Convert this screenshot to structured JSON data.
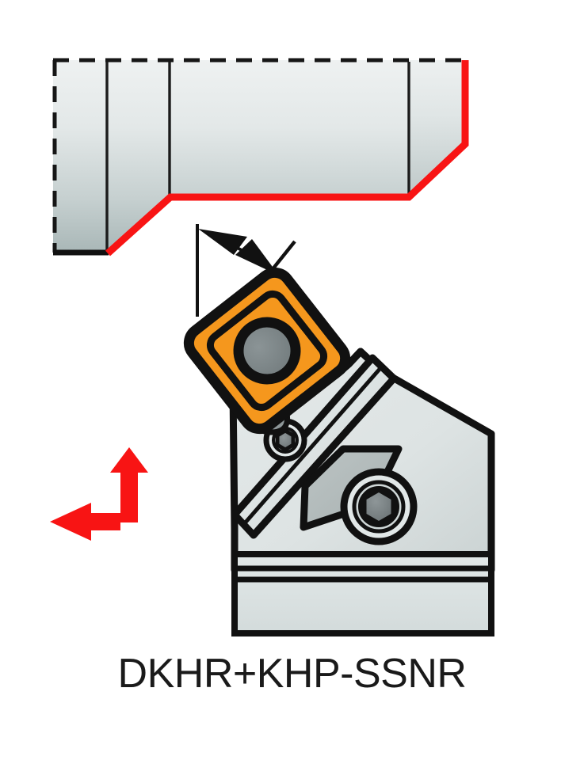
{
  "figure": {
    "caption": "DKHR+KHP-SSNR",
    "title": "DKHR+KHP-SSNR",
    "type": "technical-line-drawing",
    "subject": "external turning toolholder with clamp and rhombic insert",
    "views": [
      {
        "name": "workpiece-profile-view",
        "label": "workpiece cross-section (top)"
      },
      {
        "name": "toolholder-view",
        "label": "toolholder assembly (bottom)"
      }
    ]
  },
  "workpiece": {
    "name": "workpiece-profile",
    "description": "stepped shaft cross-section with chamfered end",
    "machined_surface_color": "#f81414",
    "body_fill_top": "#eef1f1",
    "body_fill_bottom": "#aebcbc",
    "outline_color": "#111111",
    "dashed_edges": [
      "top",
      "left"
    ],
    "solid_internal_lines": 3,
    "features": [
      {
        "name": "shoulder-step",
        "label": "shoulder step"
      },
      {
        "name": "chamfer-45",
        "label": "45 degree end chamfer"
      },
      {
        "name": "face-cut",
        "label": "machined face"
      }
    ]
  },
  "angle_indicator": {
    "name": "approach-angle-indicator",
    "label": "",
    "reference_line": "vertical",
    "arrow_count": 2,
    "color": "#111111"
  },
  "feed_arrows": {
    "name": "feed-direction-arrows",
    "color": "#f81414",
    "arrows": [
      {
        "name": "feed-arrow-up",
        "direction": "up",
        "label": ""
      },
      {
        "name": "feed-arrow-left",
        "direction": "left",
        "label": ""
      }
    ]
  },
  "toolholder": {
    "name": "toolholder-assembly",
    "body_fill": "#dfe5e5",
    "body_fill_dark": "#b9c1c1",
    "outline_color": "#111111",
    "shank": {
      "name": "tool-shank",
      "label": "",
      "groove_lines": 2
    },
    "clamp": {
      "name": "top-clamp",
      "label": "",
      "fill": "#dfe5e5"
    },
    "insert": {
      "name": "cutting-insert",
      "label": "",
      "shape": "rhombic-80",
      "fill": "#f5971d",
      "edge_fill": "#f7a52e",
      "outline": "#111111",
      "hole_fill": "#7b8486",
      "hole_ring": "#111111"
    },
    "screws": [
      {
        "name": "insert-screw-small",
        "label": "",
        "socket": "hex",
        "fill": "#828a8c"
      },
      {
        "name": "clamp-screw-large",
        "label": "",
        "socket": "hex",
        "fill": "#6e7678"
      }
    ],
    "shim": {
      "name": "insert-shim",
      "label": "",
      "fill": "#b2baba"
    }
  },
  "colors": {
    "red": "#f81414",
    "orange": "#f5971d",
    "steel_light": "#e6eaea",
    "steel_mid": "#cdd5d5",
    "steel_dark": "#9fabab",
    "outline": "#111111",
    "text": "#1a1a1a",
    "background": "#ffffff"
  }
}
